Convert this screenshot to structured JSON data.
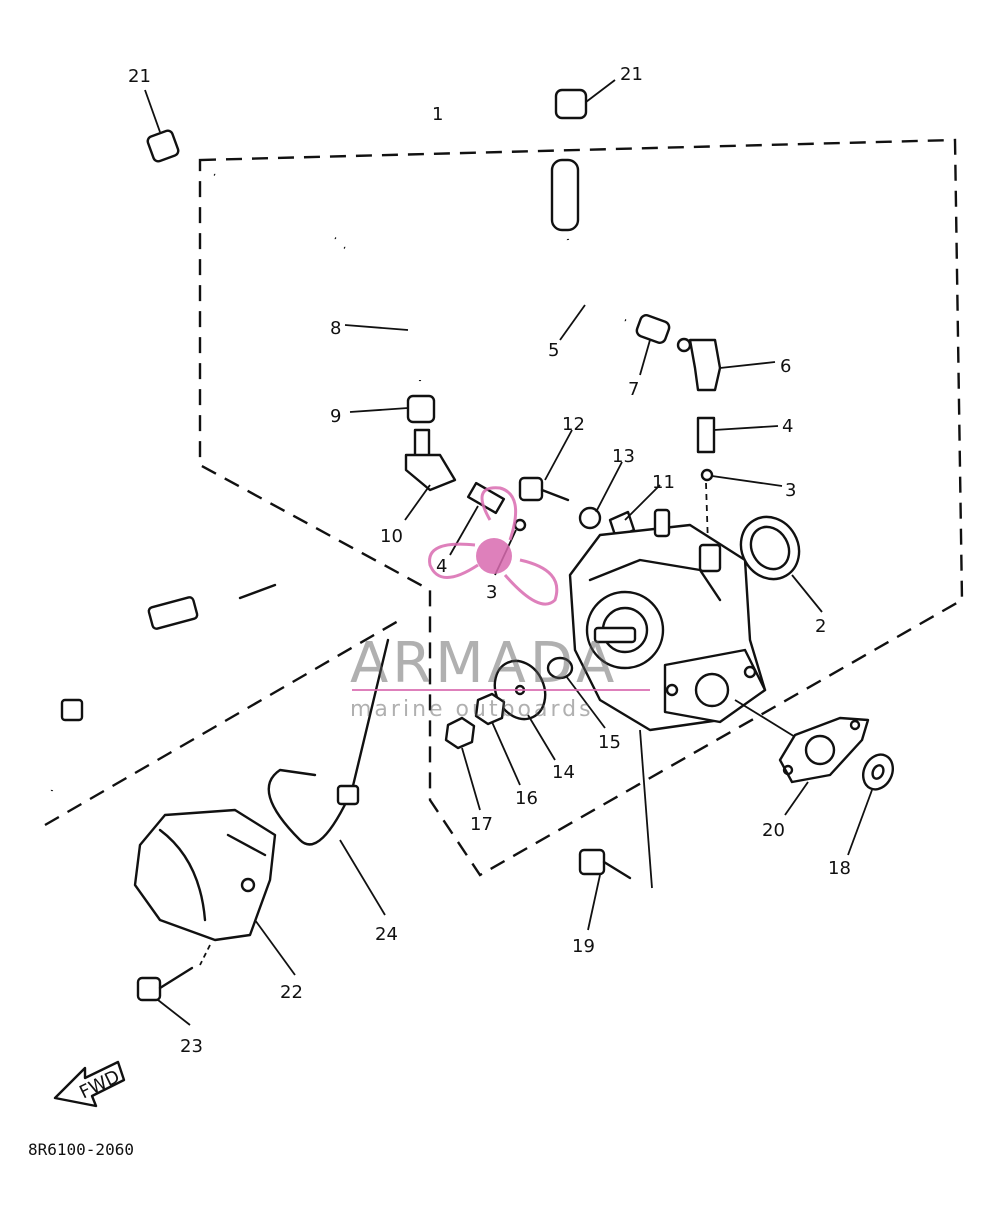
{
  "part_code": "8R6100-2060",
  "fwd_label": "FWD",
  "watermark": {
    "brand": "ARMADA",
    "tagline": "marine outboards",
    "color": "#d96bb0"
  },
  "callouts": [
    "1",
    "2",
    "3",
    "3",
    "4",
    "4",
    "5",
    "6",
    "7",
    "8",
    "9",
    "10",
    "11",
    "12",
    "13",
    "14",
    "15",
    "16",
    "17",
    "18",
    "19",
    "20",
    "21",
    "21",
    "22",
    "23",
    "24"
  ]
}
